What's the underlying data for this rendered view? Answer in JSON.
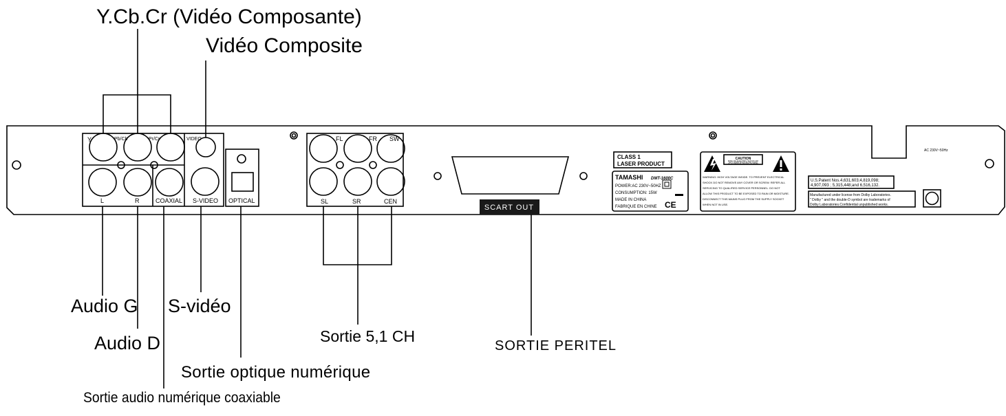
{
  "callouts": {
    "ycbcr": "Y.Cb.Cr (Vidéo Composante)",
    "composite": "Vidéo Composite",
    "audio_g": "Audio G",
    "audio_d": "Audio D",
    "s_video": "S-vidéo",
    "sortie_51": "Sortie 5,1 CH",
    "sortie_peritel": "SORTIE PERITEL",
    "sortie_optique": "Sortie optique numérique",
    "sortie_coax": "Sortie audio numérique coaxiable"
  },
  "panel_labels": {
    "y": "Y",
    "pb_cb": "Pb/Cb",
    "pr_cr": "Pr/Cr",
    "video": "VIDEO",
    "l": "L",
    "r": "R",
    "coaxial": "COAXIAL",
    "s_video": "S-VIDEO",
    "optical": "OPTICAL",
    "fl": "FL",
    "fr": "FR",
    "sw": "SW",
    "sl": "SL",
    "sr": "SR",
    "cen": "CEN",
    "scart_out": "SCART OUT",
    "ac_rating": "AC 230V~50Hz"
  },
  "laser_label": {
    "line1": "CLASS  1",
    "line2": "LASER  PRODUCT"
  },
  "rating_plate": {
    "brand": "TAMASHI",
    "model": "DMT-1600C",
    "power": "POWER:AC 230V~50HZ",
    "consumption": "CONSUMPTION:  15W",
    "made_in": "MADE IN CHINA",
    "fabrique": "FABRIQUE EN CHINE"
  },
  "caution_label": {
    "title": "CAUTION",
    "sub1": "RISK OF ELECTRIC SHOCK DO",
    "sub2": "NOT OPEN RISQUE DE CHOC",
    "sub3": "ELECTRIQUE-NE PAS OUVRIR",
    "warn1": "WARNING: HIGH VOLTAGE INSIDE. TO PREVENT ELECTRICAL",
    "warn2": "SHOCK DO NOT REMOVE ANY COVER OR SCREW. REFER ALL",
    "warn3": "SERVICING TO QUALIFIED SERVICE PERSONNEL. DO NOT",
    "warn4": "ALLOW THIS PRODUCT TO BE EXPOSED TO RAIN OR MOISTURE.",
    "warn5": "DISCONNECT THIS MAINS PLUG FROM THE SUPPLY SOCKET",
    "warn6": "WHEN NOT IN USE."
  },
  "patent_label": {
    "line1": "U.S.Patent Nos.4,631,603;4,819,098;",
    "line2": "4,907,093 ; 5,315,448;and 6,516,132."
  },
  "dolby_label": {
    "line1": "Manufactured under license from Dolby Laboratories.",
    "line2": "\" Dolby \" and the double-D symbol are trademarks of",
    "line3": "Dolby Laboratories.Confidential unpublished works."
  },
  "colors": {
    "line": "#000000",
    "background": "#ffffff",
    "scart_badge": "#1a1a1a"
  }
}
